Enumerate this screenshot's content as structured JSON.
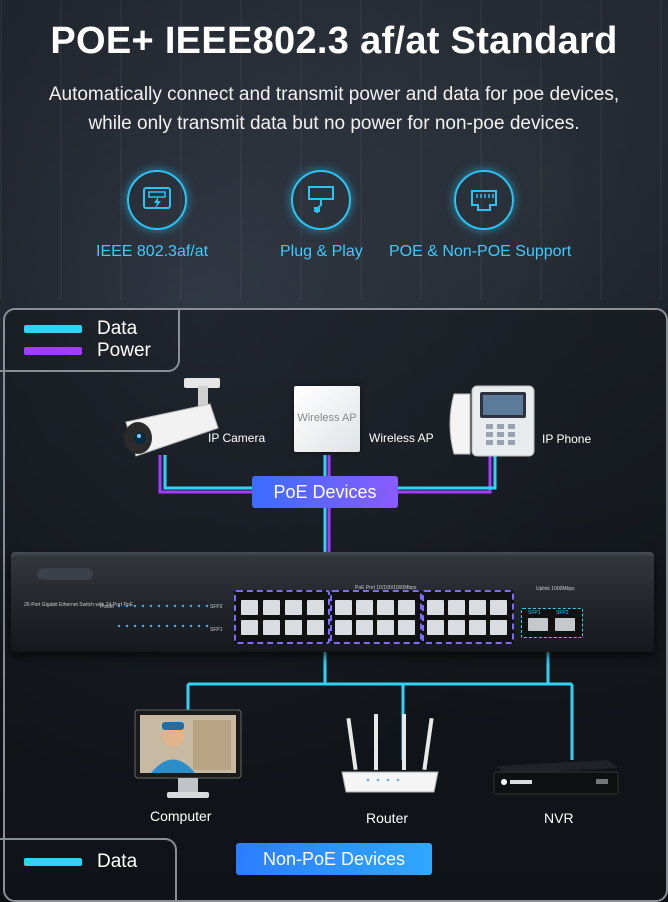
{
  "header": {
    "title": "POE+ IEEE802.3 af/at Standard",
    "subtitle_line1": "Automatically connect and transmit power and data for poe devices,",
    "subtitle_line2": "while only transmit data but no power for non-poe devices."
  },
  "features": [
    {
      "label": "IEEE 802.3af/at",
      "icon": "ethernet-power-icon"
    },
    {
      "label": "Plug & Play",
      "icon": "plug-icon"
    },
    {
      "label": "POE & Non-POE Support",
      "icon": "ethernet-port-icon"
    }
  ],
  "legend_top": {
    "data_label": "Data",
    "power_label": "Power"
  },
  "legend_bottom": {
    "data_label": "Data"
  },
  "poe_devices": {
    "tag": "PoE Devices",
    "items": [
      {
        "label": "IP Camera"
      },
      {
        "label": "Wireless AP",
        "device_text": "Wireless AP"
      },
      {
        "label": "IP Phone"
      }
    ]
  },
  "switch": {
    "model_text": "26-Port Gigabit Ethernet Switch with 24-Port PoE",
    "ports_text": "PoE Port 10/100/1000Mbps",
    "uplink_text": "Uplink 1000Mbps",
    "power_text": "Power",
    "sfp1": "SFP1",
    "sfp2": "SFP2",
    "sfp1_text": "SFP1",
    "sfp2_text": "SFP2"
  },
  "non_poe_devices": {
    "tag": "Non-PoE Devices",
    "items": [
      {
        "label": "Computer"
      },
      {
        "label": "Router"
      },
      {
        "label": "NVR"
      }
    ]
  },
  "colors": {
    "data": "#2fd3f5",
    "power": "#a23dff",
    "accent": "#2ac3f5"
  }
}
